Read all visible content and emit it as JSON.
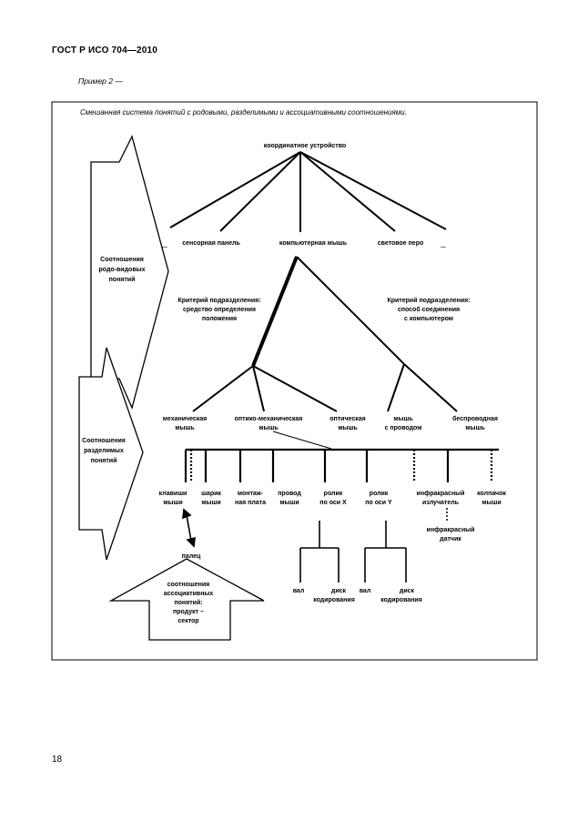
{
  "header": {
    "standard": "ГОСТ Р ИСО 704—2010",
    "example": "Пример 2 —",
    "page_number": "18"
  },
  "figure": {
    "caption": "Смешанная система понятий с родовыми, разделимыми и ассоциативными соотношениями.",
    "generic_relation": [
      "Соотношения",
      "родо-видовых",
      "понятий"
    ],
    "partitive_relation": [
      "Соотношения",
      "разделимых",
      "понятий"
    ],
    "associative_relation": [
      "соотношения",
      "ассоциативных",
      "понятий:",
      "продукт –",
      "сектор"
    ],
    "root": "координатное устройство",
    "ellipsis": "...",
    "level1": [
      "сенсорная панель",
      "компьютерная мышь",
      "световое перо"
    ],
    "criterion_left": [
      "Критерий подразделения:",
      "средство определения",
      "положения"
    ],
    "criterion_right": [
      "Критерий подразделения:",
      "способ соединения",
      "с компьютером"
    ],
    "mouse_types": {
      "mechanical": [
        "механическая",
        "мышь"
      ],
      "optomech": [
        "оптико-механическая",
        "мышь"
      ],
      "optical": [
        "оптическая",
        "мышь"
      ],
      "wired": [
        "мышь",
        "с проводом"
      ],
      "wireless": [
        "беспроводная",
        "мышь"
      ]
    },
    "parts": {
      "keys": [
        "клавиши",
        "мыши"
      ],
      "ball": [
        "шарик",
        "мыши"
      ],
      "board": [
        "монтаж-",
        "ная плата"
      ],
      "cord": [
        "провод",
        "мыши"
      ],
      "rollerx": [
        "ролик",
        "по оси X"
      ],
      "rollery": [
        "ролик",
        "по оси Y"
      ],
      "irled": [
        "инфракрасный",
        "излучатель"
      ],
      "housing": [
        "колпачок",
        "мыши"
      ],
      "irsensor": [
        "инфракрасный",
        "датчик"
      ]
    },
    "roller_parts": {
      "shaft": "вал",
      "disc": [
        "диск",
        "кодирования"
      ]
    },
    "finger": "палец"
  }
}
